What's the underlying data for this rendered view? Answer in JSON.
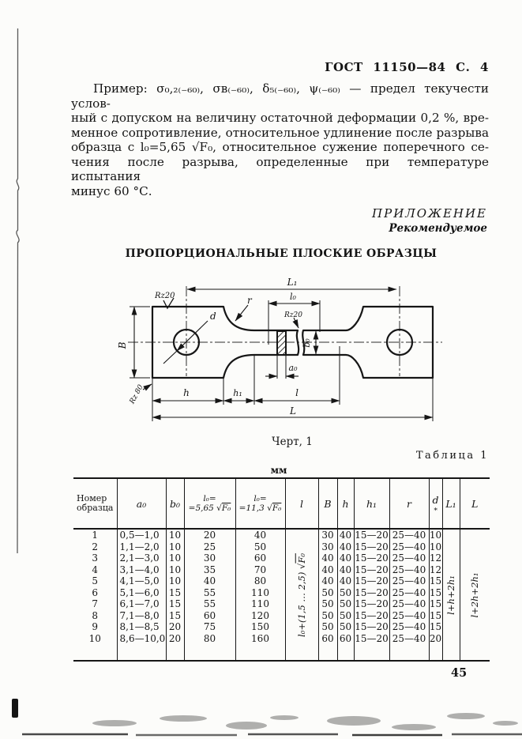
{
  "page": {
    "header": "ГОСТ 11150—84 С. 4",
    "page_number": "45"
  },
  "paragraph": {
    "lines": [
      "Пример: σ₀,₂₍₋₆₀₎, σв₍₋₆₀₎, δ₅₍₋₆₀₎, ψ₍₋₆₀₎ — предел текучести услов-",
      "ный с допуском на величину остаточной деформации 0,2 %, вре-",
      "менное сопротивление, относительное удлинение после разрыва",
      "образца с l₀=5,65 √F₀, относительное сужение поперечного се-",
      "чения после разрыва, определенные при температуре испытания",
      "минус 60 °С."
    ]
  },
  "appendix": {
    "title": "ПРИЛОЖЕНИЕ",
    "subtitle": "Рекомендуемое"
  },
  "section_title": "ПРОПОРЦИОНАЛЬНЫЕ ПЛОСКИЕ ОБРАЗЦЫ",
  "figure": {
    "caption": "Черт, 1",
    "labels": {
      "L1": "L₁",
      "l0": "l₀",
      "rz20_top": "Rz20",
      "rz20_mid": "Rz20",
      "rz80": "Rz 80",
      "r": "r",
      "d": "d",
      "B": "B",
      "b0": "b₀",
      "a0": "a₀",
      "h": "h",
      "h1": "h₁",
      "l": "l",
      "L": "L"
    }
  },
  "table": {
    "caption": "Таблица 1",
    "unit": "мм",
    "headers": {
      "col1": "Номер образца",
      "a0": "a₀",
      "b0": "b₀",
      "l0_565_top": "l₀=",
      "l0_565_pre": "=5,65 √",
      "l0_565_rad": "F₀",
      "l0_113_top": "l₀=",
      "l0_113_pre": "=11,3 √",
      "l0_113_rad": "F₀",
      "l": "l",
      "B": "B",
      "h": "h",
      "h1": "h₁",
      "r": "r",
      "d": "d",
      "d_note": "∗",
      "L1": "L₁",
      "L": "L"
    },
    "rotated": {
      "l_pre": "l₀+(1,5 … 2,5) √",
      "l_rad": "F₀",
      "L1": "l+h+2h₁",
      "L": "l+2h+2h₁"
    },
    "rows": [
      [
        "1",
        "0,5—1,0",
        "10",
        "20",
        "40",
        "30",
        "40",
        "15—20",
        "25—40",
        "10"
      ],
      [
        "2",
        "1,1—2,0",
        "10",
        "25",
        "50",
        "30",
        "40",
        "15—20",
        "25—40",
        "10"
      ],
      [
        "3",
        "2,1—3,0",
        "10",
        "30",
        "60",
        "40",
        "40",
        "15—20",
        "25—40",
        "12"
      ],
      [
        "4",
        "3,1—4,0",
        "10",
        "35",
        "70",
        "40",
        "40",
        "15—20",
        "25—40",
        "12"
      ],
      [
        "5",
        "4,1—5,0",
        "10",
        "40",
        "80",
        "40",
        "40",
        "15—20",
        "25—40",
        "15"
      ],
      [
        "6",
        "5,1—6,0",
        "15",
        "55",
        "110",
        "50",
        "50",
        "15—20",
        "25—40",
        "15"
      ],
      [
        "7",
        "6,1—7,0",
        "15",
        "55",
        "110",
        "50",
        "50",
        "15—20",
        "25—40",
        "15"
      ],
      [
        "8",
        "7,1—8,0",
        "15",
        "60",
        "120",
        "50",
        "50",
        "15—20",
        "25—40",
        "15"
      ],
      [
        "9",
        "8,1—8,5",
        "20",
        "75",
        "150",
        "50",
        "50",
        "15—20",
        "25—40",
        "15"
      ],
      [
        "10",
        "8,6—10,0",
        "20",
        "80",
        "160",
        "60",
        "60",
        "15—20",
        "25—40",
        "20"
      ]
    ]
  }
}
